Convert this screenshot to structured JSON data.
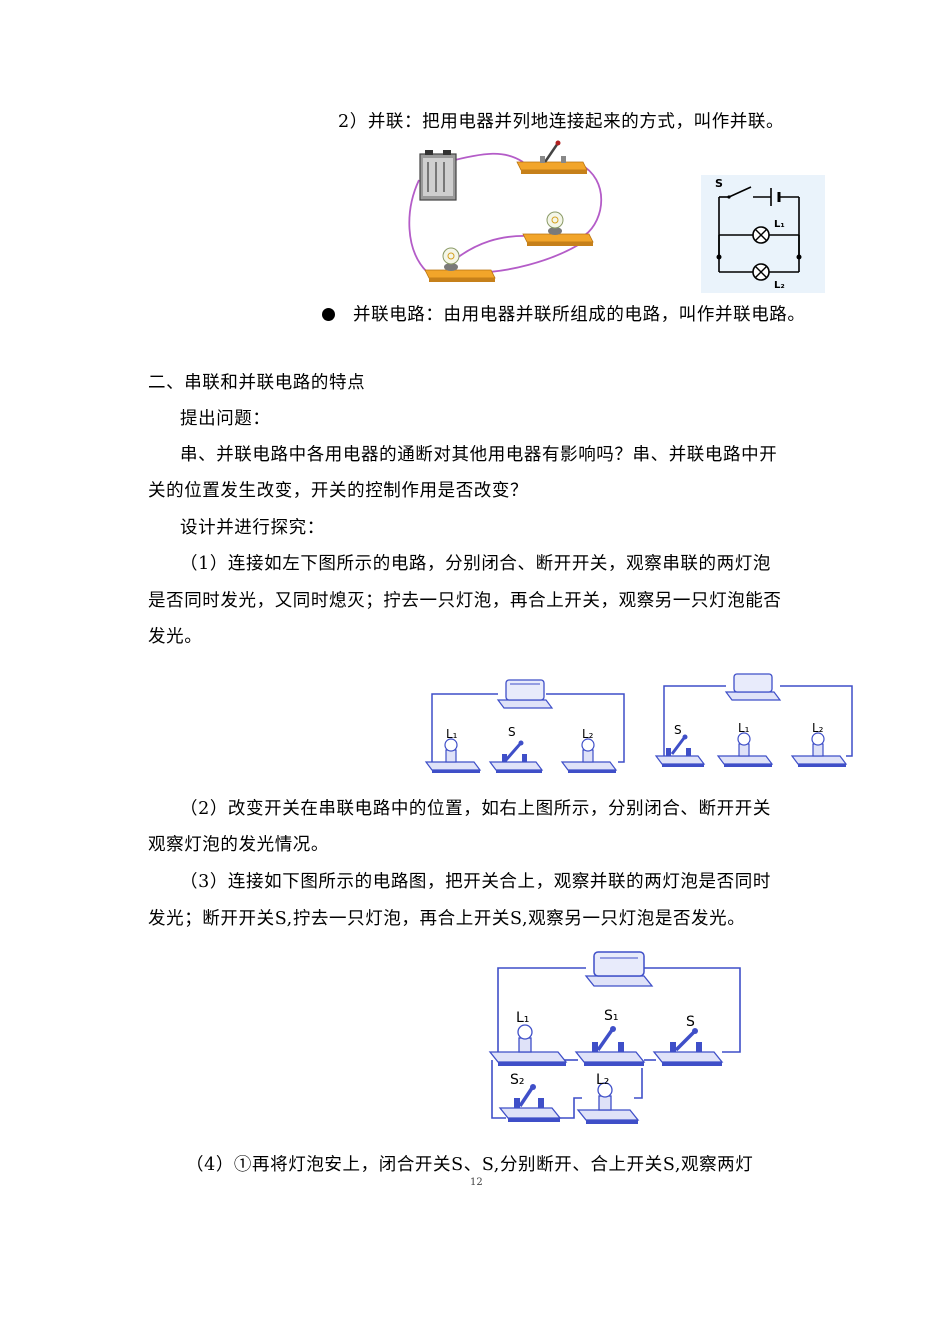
{
  "lines": {
    "p_parallel_def": "2）并联：把用电器并列地连接起来的方式，叫作并联。",
    "p_parallel_circuit": "并联电路：由用电器并联所组成的电路，叫作并联电路。",
    "h_section2": "二、串联和并联电路的特点",
    "q_label": "提出问题：",
    "q1": "串、并联电路中各用电器的通断对其他用电器有影响吗？串、并联电路中开",
    "q2": "关的位置发生改变，开关的控制作用是否改变？",
    "design_label": "设计并进行探究：",
    "s1_a": "（1）连接如左下图所示的电路，分别闭合、断开开关，观察串联的两灯泡",
    "s1_b": "是否同时发光，又同时熄灭；拧去一只灯泡，再合上开关，观察另一只灯泡能否",
    "s1_c": "发光。",
    "s2_a": "（2）改变开关在串联电路中的位置，如右上图所示，分别闭合、断开开关",
    "s2_b": "观察灯泡的发光情况。",
    "s3_a": "（3）连接如下图所示的电路图，把开关合上，观察并联的两灯泡是否同时",
    "s3_b": "发光；断开开关S,拧去一只灯泡，再合上开关S,观察另一只灯泡是否发光。",
    "s4_a": "（4）①再将灯泡安上，闭合开关S、S,分别断开、合上开关S,观察两灯"
  },
  "labels": {
    "schematic_s": "S",
    "schematic_l1": "L₁",
    "schematic_l2": "L₂",
    "left_l1": "L₁",
    "left_s": "S",
    "left_l2": "L₂",
    "right_s": "S",
    "right_l1": "L₁",
    "right_l2": "L₂",
    "big_l1": "L₁",
    "big_s1": "S₁",
    "big_s": "S",
    "big_s2": "S₂",
    "big_l2": "L₂"
  },
  "page_number": "12",
  "colors": {
    "wire_blue": "#3f4fc8",
    "board_orange": "#f2a52a",
    "wire_purple": "#b45cc8"
  }
}
